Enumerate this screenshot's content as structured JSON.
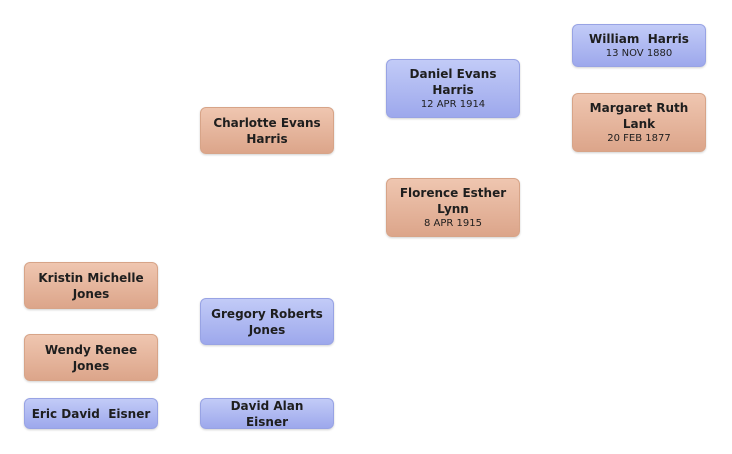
{
  "people": {
    "william": {
      "name": "William  Harris",
      "date": "13 NOV 1880"
    },
    "margaret": {
      "name": "Margaret Ruth\nLank",
      "date": "20 FEB 1877"
    },
    "daniel": {
      "name": "Daniel Evans\nHarris",
      "date": "12 APR 1914"
    },
    "florence": {
      "name": "Florence Esther\nLynn",
      "date": "8 APR 1915"
    },
    "charlotte": {
      "name": "Charlotte Evans\nHarris"
    },
    "gregory": {
      "name": "Gregory Roberts\nJones"
    },
    "david": {
      "name": "David Alan  Eisner"
    },
    "kristin": {
      "name": "Kristin Michelle\nJones"
    },
    "wendy": {
      "name": "Wendy Renee\nJones"
    },
    "eric": {
      "name": "Eric David  Eisner"
    }
  },
  "colors": {
    "male": "#a9b3f0",
    "female": "#e4b49a"
  }
}
